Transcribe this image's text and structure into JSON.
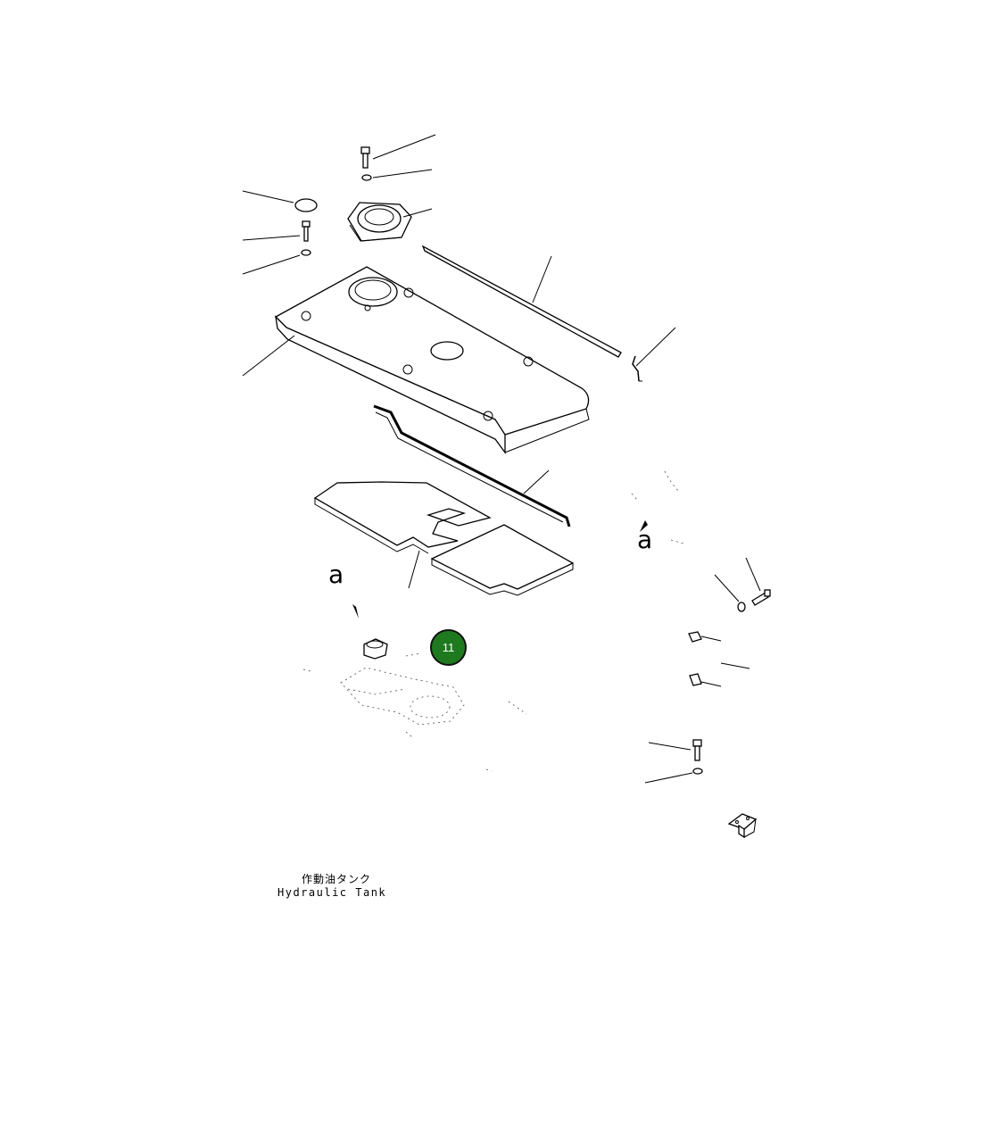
{
  "diagram": {
    "callout_letters": [
      "a",
      "a"
    ],
    "caption_japanese": "作動油タンク",
    "caption_english": "Hydraulic Tank",
    "drawing_number": "",
    "hotspot": {
      "label": "11",
      "color": "#1f7a1f"
    }
  }
}
